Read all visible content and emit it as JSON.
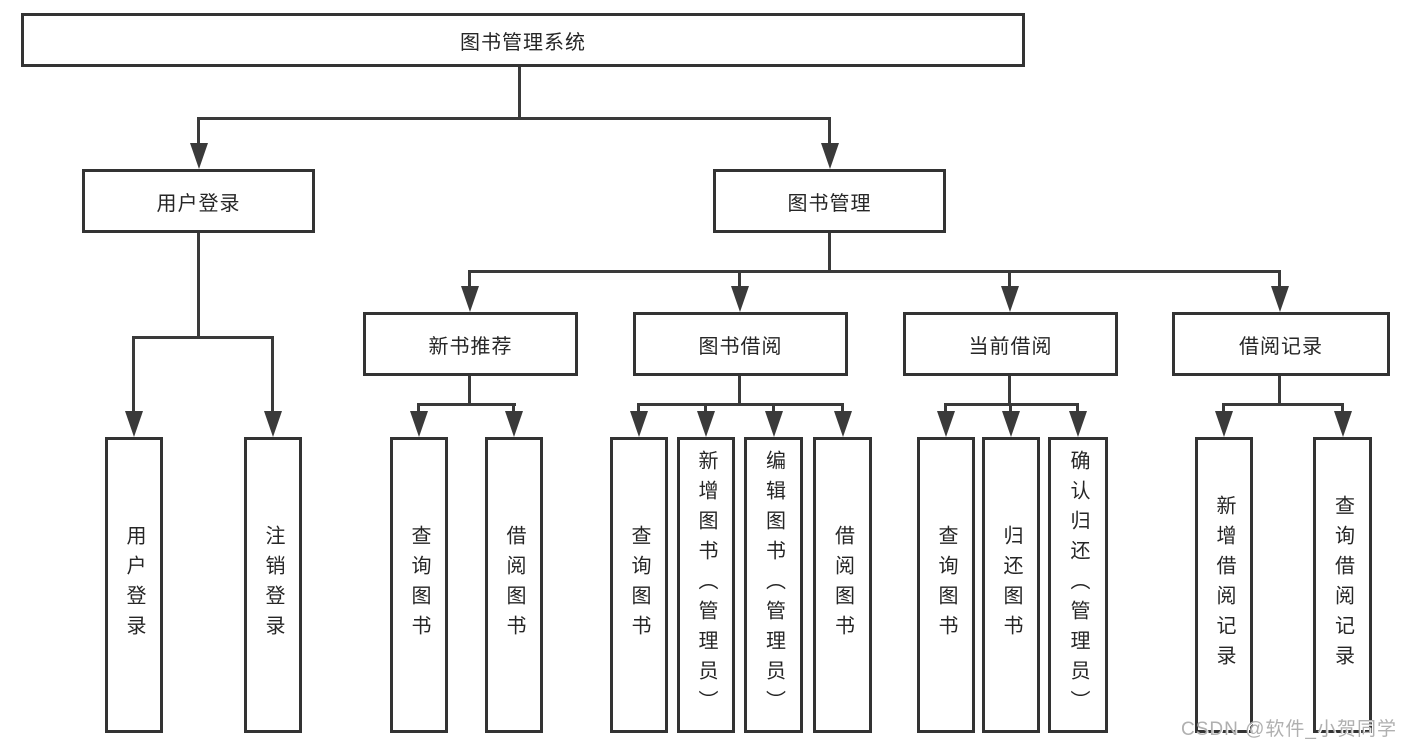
{
  "diagram": {
    "type": "hierarchy-tree",
    "colors": {
      "background": "#ffffff",
      "box_border": "#333333",
      "connector_line": "#3a3a3a",
      "text": "#262626",
      "watermark_text": "#b0b0b0"
    },
    "tree": {
      "root": {
        "label": "图书管理系统"
      },
      "children": [
        {
          "label": "用户登录",
          "children": [
            {
              "label": "用户登录"
            },
            {
              "label": "注销登录"
            }
          ]
        },
        {
          "label": "图书管理",
          "children": [
            {
              "label": "新书推荐",
              "children": [
                {
                  "label": "查询图书"
                },
                {
                  "label": "借阅图书"
                }
              ]
            },
            {
              "label": "图书借阅",
              "children": [
                {
                  "label": "查询图书"
                },
                {
                  "label": "新增图书（管理员）"
                },
                {
                  "label": "编辑图书（管理员）"
                },
                {
                  "label": "借阅图书"
                }
              ]
            },
            {
              "label": "当前借阅",
              "children": [
                {
                  "label": "查询图书"
                },
                {
                  "label": "归还图书"
                },
                {
                  "label": "确认归还（管理员）"
                }
              ]
            },
            {
              "label": "借阅记录",
              "children": [
                {
                  "label": "新增借阅记录"
                },
                {
                  "label": "查询借阅记录"
                }
              ]
            }
          ]
        }
      ]
    }
  },
  "watermark": {
    "text": "CSDN @软件_小贺同学"
  }
}
